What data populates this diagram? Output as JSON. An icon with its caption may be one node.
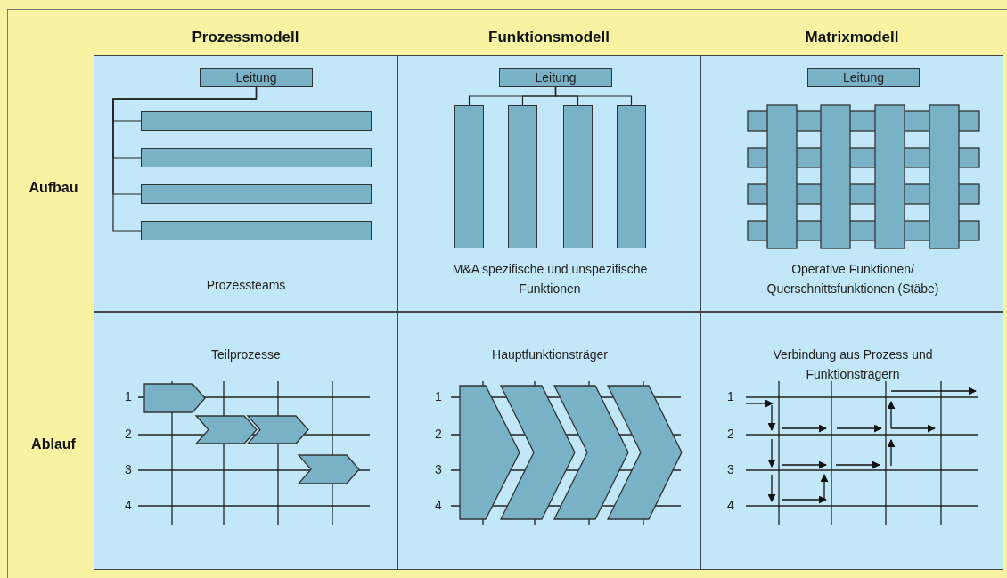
{
  "diagram": {
    "nodes": [
      {
        "text": [
          "Prozessteams"
        ]
      },
      {
        "text": [
          "Leitung"
        ],
        "in": 0
      },
      {
        "text": [],
        "shape": "bar",
        "in": 0
      },
      {
        "text": [],
        "shape": "bar",
        "in": 0
      },
      {
        "text": [],
        "shape": "bar",
        "in": 0
      },
      {
        "text": [],
        "shape": "bar",
        "in": 0
      },
      {
        "text": [
          "M&A spezifische und unspezifische Funktionen"
        ]
      },
      {
        "text": [
          "Leitung"
        ],
        "in": 6
      },
      {
        "text": [],
        "shape": "bar",
        "in": 6
      },
      {
        "text": [],
        "shape": "bar",
        "in": 6
      },
      {
        "text": [],
        "shape": "bar",
        "in": 6
      },
      {
        "text": [],
        "shape": "bar",
        "in": 6
      },
      {
        "text": [
          "Operative Funktionen/ Querschnittsfunktionen (Stäbe)"
        ]
      },
      {
        "text": [
          "Leitung"
        ],
        "in": 12
      },
      {
        "text": [
          "Teilprozesse"
        ]
      },
      {
        "text": [
          "Hauptfunktionsträger"
        ]
      },
      {
        "text": [
          "Verbindung aus Prozess und Funktionsträgern"
        ]
      }
    ],
    "edges": [
      {
        "from": 1,
        "to": 2,
        "arrow": "none"
      },
      {
        "from": 1,
        "to": 3,
        "arrow": "none"
      },
      {
        "from": 1,
        "to": 4,
        "arrow": "none"
      },
      {
        "from": 1,
        "to": 5,
        "arrow": "none"
      },
      {
        "from": 7,
        "to": 8,
        "arrow": "none"
      },
      {
        "from": 7,
        "to": 9,
        "arrow": "none"
      },
      {
        "from": 7,
        "to": 10,
        "arrow": "none"
      },
      {
        "from": 7,
        "to": 11,
        "arrow": "none"
      }
    ],
    "labels": [
      "Prozessmodell",
      "Funktionsmodell",
      "Matrixmodell",
      "Aufbau",
      "Ablauf",
      "1",
      "2",
      "3",
      "4",
      "1",
      "2",
      "3",
      "4",
      "1",
      "2",
      "3",
      "4"
    ]
  }
}
